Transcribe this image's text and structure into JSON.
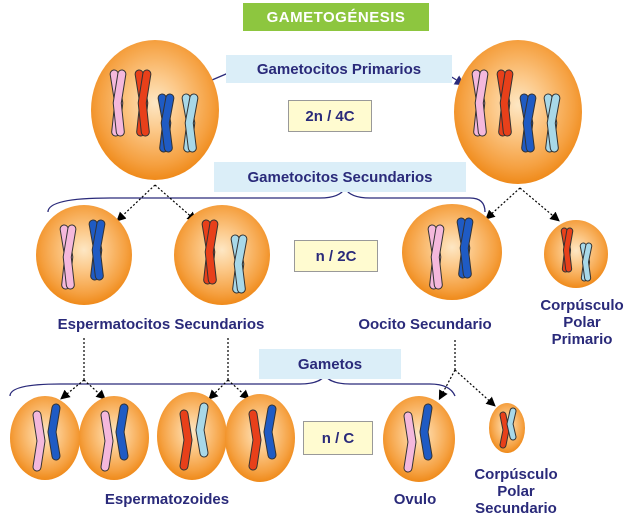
{
  "title": "GAMETOGÉNESIS",
  "labels": {
    "primarios": "Gametocitos Primarios",
    "secundarios": "Gametocitos Secundarios",
    "gametos": "Gametos",
    "espermatocitos": "Espermatocitos Secundarios",
    "oocito": "Oocito Secundario",
    "corp_primario": [
      "Corpúsculo",
      "Polar",
      "Primario"
    ],
    "espermatozoides": "Espermatozoides",
    "ovulo": "Ovulo",
    "corp_secundario": [
      "Corpúsculo",
      "Polar",
      "Secundario"
    ]
  },
  "ploidy": {
    "primarios": "2n / 4C",
    "secundarios": "n / 2C",
    "gametos": "n / C"
  },
  "colors": {
    "title_bg": "#8dc63f",
    "label_bg": "#dbeef8",
    "ratio_bg": "#fffbd0",
    "text": "#2a2a7a",
    "cell_outer": "#f28c1c",
    "cell_inner": "#fcd59a",
    "chrom_pink": "#f4b8dc",
    "chrom_red": "#e8401a",
    "chrom_blue": "#1f5bc4",
    "chrom_lightblue": "#a8d8e8"
  }
}
